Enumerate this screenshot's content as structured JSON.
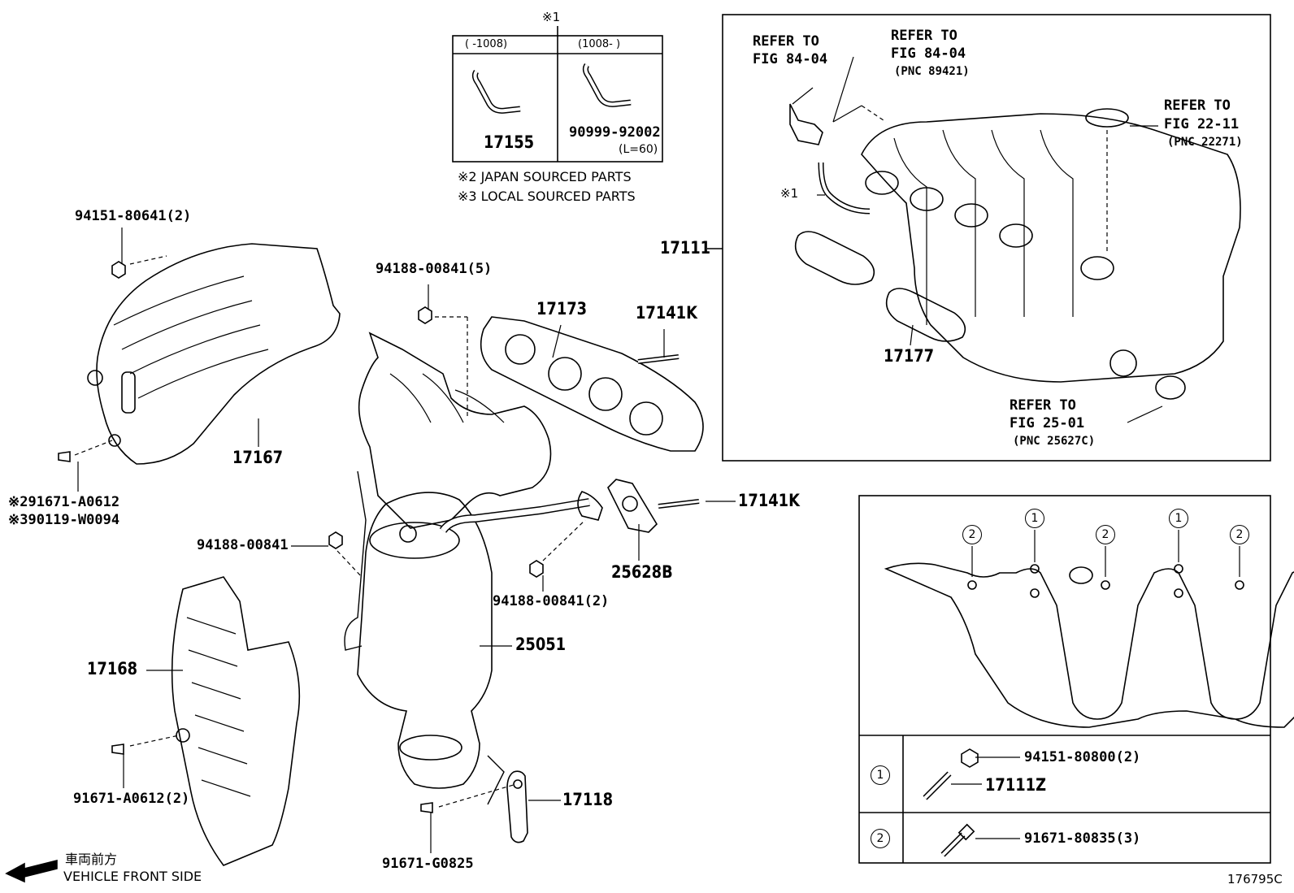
{
  "diagram_id": "176795C",
  "inset1": {
    "title": "※1",
    "col1_header": "(    -1008)",
    "col2_header": "(1008-    )",
    "part_a": "17155",
    "part_b": "90999-92002",
    "part_b_len": "(L=60)"
  },
  "notes": {
    "japan": "※2 JAPAN SOURCED PARTS",
    "local": "※3 LOCAL SOURCED PARTS"
  },
  "labels": {
    "l94151_80641": "94151-80641(2)",
    "l17167": "17167",
    "l291671": "※291671-A0612",
    "l390119": "※390119-W0094",
    "l94188_5": "94188-00841(5)",
    "l17173": "17173",
    "l17141k_a": "17141K",
    "l17141k_b": "17141K",
    "l94188_single": "94188-00841",
    "l25628b": "25628B",
    "l94188_2": "94188-00841(2)",
    "l25051": "25051",
    "l17168": "17168",
    "l91671_a0612": "91671-A0612(2)",
    "l17118": "17118",
    "l91671_g0825": "91671-G0825",
    "l17111": "17111",
    "l17177": "17177",
    "mark1": "※1"
  },
  "refs": {
    "r1_a": "REFER TO",
    "r1_b": "FIG 84-04",
    "r2_a": "REFER TO",
    "r2_b": "FIG 84-04",
    "r2_c": "(PNC 89421)",
    "r3_a": "REFER TO",
    "r3_b": "FIG 22-11",
    "r3_c": "(PNC 22271)",
    "r4_a": "REFER TO",
    "r4_b": "FIG 25-01",
    "r4_c": "(PNC 25627C)"
  },
  "legend": {
    "markers": [
      "2",
      "1",
      "2",
      "1",
      "2"
    ],
    "row1_num": "1",
    "row1_nut": "94151-80800(2)",
    "row1_stud": "17111Z",
    "row2_num": "2",
    "row2_bolt": "91671-80835(3)"
  },
  "footer": {
    "jp": "車両前方",
    "en": "VEHICLE FRONT SIDE"
  }
}
